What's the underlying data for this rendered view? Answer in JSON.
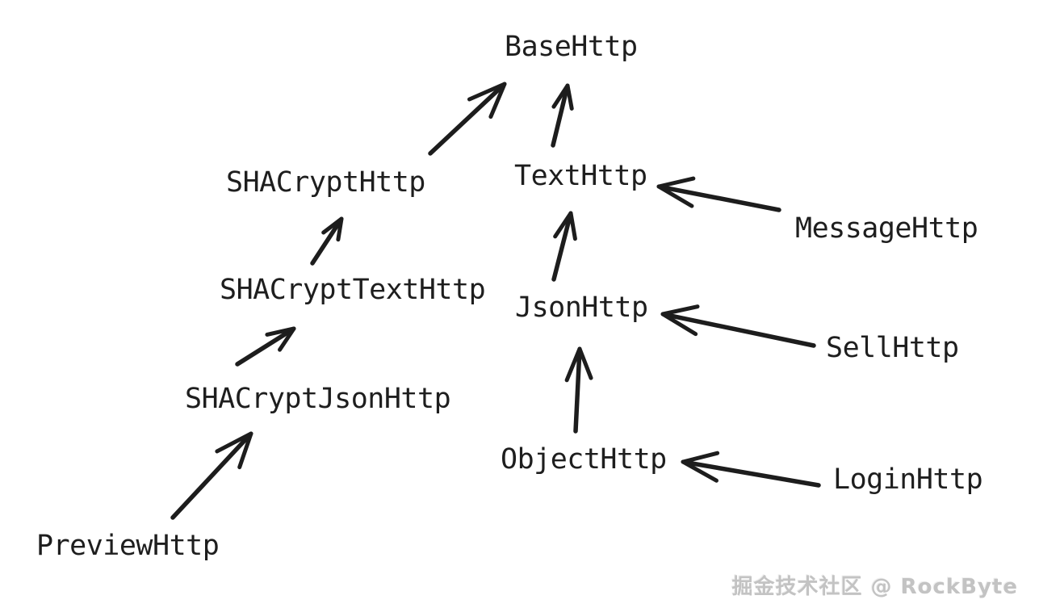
{
  "diagram": {
    "type": "inheritance-hierarchy",
    "nodes": [
      {
        "id": "BaseHttp",
        "label": "BaseHttp"
      },
      {
        "id": "SHACryptHttp",
        "label": "SHACryptHttp"
      },
      {
        "id": "TextHttp",
        "label": "TextHttp"
      },
      {
        "id": "MessageHttp",
        "label": "MessageHttp"
      },
      {
        "id": "SHACryptTextHttp",
        "label": "SHACryptTextHttp"
      },
      {
        "id": "JsonHttp",
        "label": "JsonHttp"
      },
      {
        "id": "SellHttp",
        "label": "SellHttp"
      },
      {
        "id": "SHACryptJsonHttp",
        "label": "SHACryptJsonHttp"
      },
      {
        "id": "ObjectHttp",
        "label": "ObjectHttp"
      },
      {
        "id": "LoginHttp",
        "label": "LoginHttp"
      },
      {
        "id": "PreviewHttp",
        "label": "PreviewHttp"
      }
    ],
    "edges": [
      {
        "from": "SHACryptHttp",
        "to": "BaseHttp"
      },
      {
        "from": "TextHttp",
        "to": "BaseHttp"
      },
      {
        "from": "MessageHttp",
        "to": "TextHttp"
      },
      {
        "from": "SHACryptTextHttp",
        "to": "SHACryptHttp"
      },
      {
        "from": "JsonHttp",
        "to": "TextHttp"
      },
      {
        "from": "SellHttp",
        "to": "JsonHttp"
      },
      {
        "from": "SHACryptJsonHttp",
        "to": "SHACryptTextHttp"
      },
      {
        "from": "ObjectHttp",
        "to": "JsonHttp"
      },
      {
        "from": "LoginHttp",
        "to": "ObjectHttp"
      },
      {
        "from": "PreviewHttp",
        "to": "SHACryptJsonHttp"
      }
    ],
    "colors": {
      "ink": "#1d1d1d",
      "background": "#ffffff",
      "watermark": "#c3c3c3"
    }
  },
  "watermark": {
    "text": "掘金技术社区 @ RockByte"
  }
}
